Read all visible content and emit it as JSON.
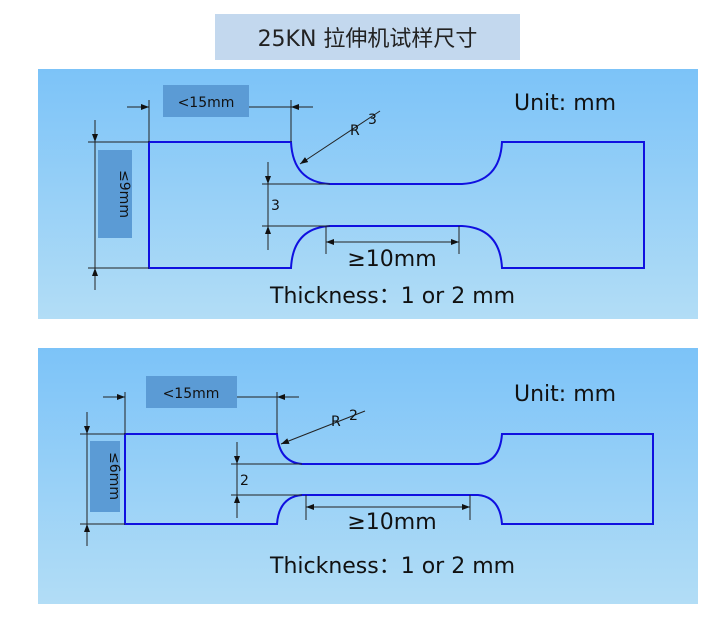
{
  "title": "25KN 拉伸机试样尺寸",
  "specimens": [
    {
      "unit": "Unit: mm",
      "grip_length": "<15mm",
      "grip_width": "≤9mm",
      "radius_prefix": "R",
      "radius": "3",
      "neck_width": "3",
      "gauge_length": "≥10mm",
      "thickness": "Thickness：1 or 2 mm"
    },
    {
      "unit": "Unit: mm",
      "grip_length": "<15mm",
      "grip_width": "≤6mm",
      "radius_prefix": "R",
      "radius": "2",
      "neck_width": "2",
      "gauge_length": "≥10mm",
      "thickness": "Thickness：1 or 2 mm"
    }
  ],
  "colors": {
    "outline": "#1010e0",
    "label_box": "#5b9bd5"
  }
}
